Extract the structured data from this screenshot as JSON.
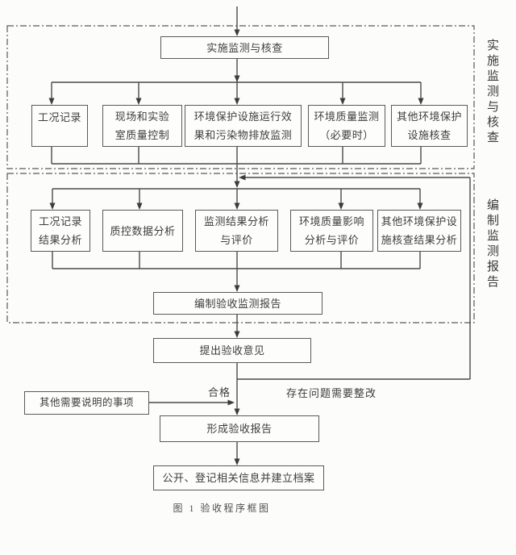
{
  "figure": {
    "caption": "图 1  验收程序框图",
    "colors": {
      "line": "#4a4a4a",
      "text": "#3d3d3d",
      "background": "#fcfcfb"
    },
    "section_labels": {
      "monitor_check": "实施监测与核查",
      "compile_report": "编制监测报告"
    },
    "nodes": {
      "implement": "实施监测与核查",
      "row1": [
        "工况记录",
        [
          "现场和实验",
          "室质量控制"
        ],
        [
          "环境保护设施运行效",
          "果和污染物排放监测"
        ],
        [
          "环境质量监测",
          "（必要时）"
        ],
        [
          "其他环境保护",
          "设施核查"
        ]
      ],
      "row2": [
        [
          "工况记录",
          "结果分析"
        ],
        "质控数据分析",
        [
          "监测结果分析",
          "与评价"
        ],
        [
          "环境质量影响",
          "分析与评价"
        ],
        [
          "其他环境保护设",
          "施核查结果分析"
        ]
      ],
      "compile": "编制验收监测报告",
      "opinion": "提出验收意见",
      "other_matters": "其他需要说明的事项",
      "form_report": "形成验收报告",
      "publish": "公开、登记相关信息并建立档案"
    },
    "edge_labels": {
      "qualified": "合格",
      "rectify": "存在问题需要整改"
    }
  }
}
